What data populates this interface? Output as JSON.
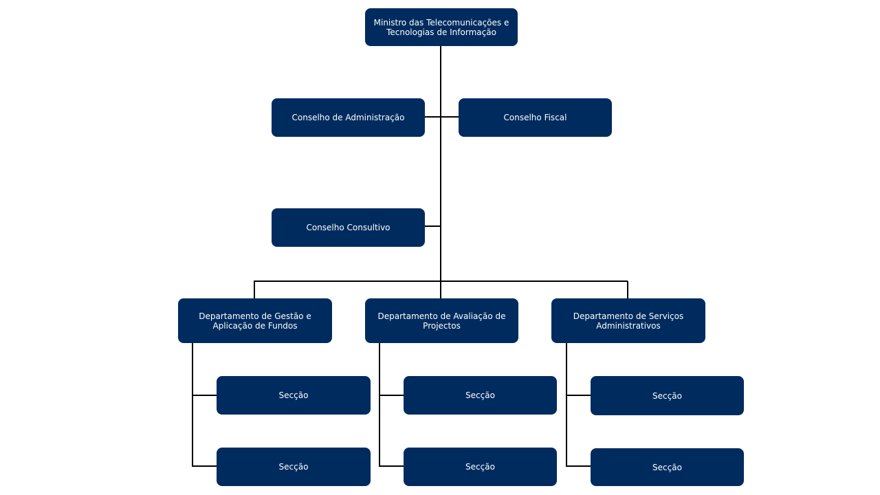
{
  "ministry": {
    "label": "Ministro das Telecomunicações  e\nTecnologias de Informação"
  },
  "boards": {
    "administration": "Conselho de Administração",
    "fiscal": "Conselho Fiscal",
    "consultative": "Conselho Consultivo"
  },
  "departments": [
    {
      "label": "Departamento de Gestão e\nAplicação de Fundos",
      "sections": [
        "Secção",
        "Secção"
      ]
    },
    {
      "label": "Departamento de Avaliação de\nProjectos",
      "sections": [
        "Secção",
        "Secção"
      ]
    },
    {
      "label": "Departamento de Serviços\nAdministrativos",
      "sections": [
        "Secção",
        "Secção"
      ]
    }
  ],
  "colors": {
    "box_fill": "#002b5f",
    "box_text": "#ffffff",
    "connector": "#000000"
  }
}
